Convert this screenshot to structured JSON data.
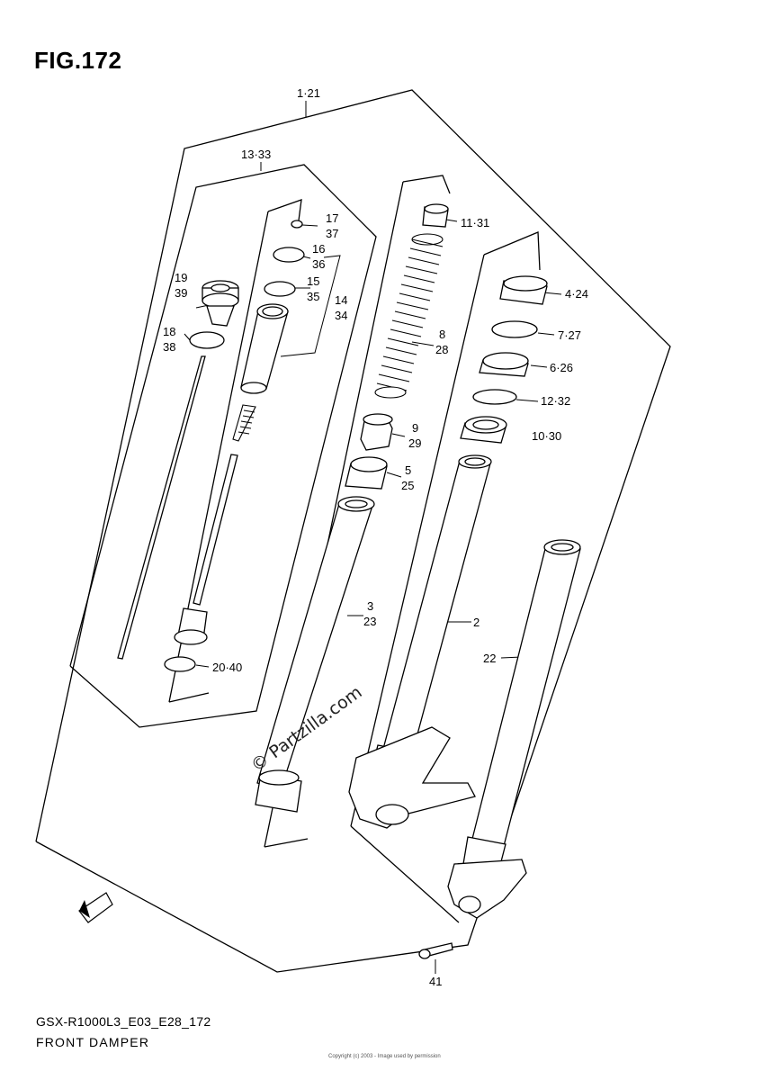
{
  "figure": {
    "title": "FIG.172"
  },
  "labels": {
    "l1_21": "1·21",
    "l13_33": "13·33",
    "l17": "17",
    "l37": "37",
    "l16": "16",
    "l36": "36",
    "l15": "15",
    "l35": "35",
    "l14": "14",
    "l34": "34",
    "l19": "19",
    "l39": "39",
    "l18": "18",
    "l38": "38",
    "l20_40": "20·40",
    "l11_31": "11·31",
    "l8": "8",
    "l28": "28",
    "l9": "9",
    "l29": "29",
    "l5": "5",
    "l25": "25",
    "l3": "3",
    "l23": "23",
    "l4_24": "4·24",
    "l7_27": "7·27",
    "l6_26": "6·26",
    "l12_32": "12·32",
    "l10_30": "10·30",
    "l2": "2",
    "l22": "22",
    "l41": "41"
  },
  "watermark": "© Partzilla.com",
  "footer": {
    "code": "GSX-R1000L3_E03_E28_172",
    "name": "FRONT DAMPER",
    "copyright": "Copyright (c) 2003 - Image used by permission"
  },
  "icons": {
    "fwd_arrow": "fwd-arrow-icon"
  }
}
